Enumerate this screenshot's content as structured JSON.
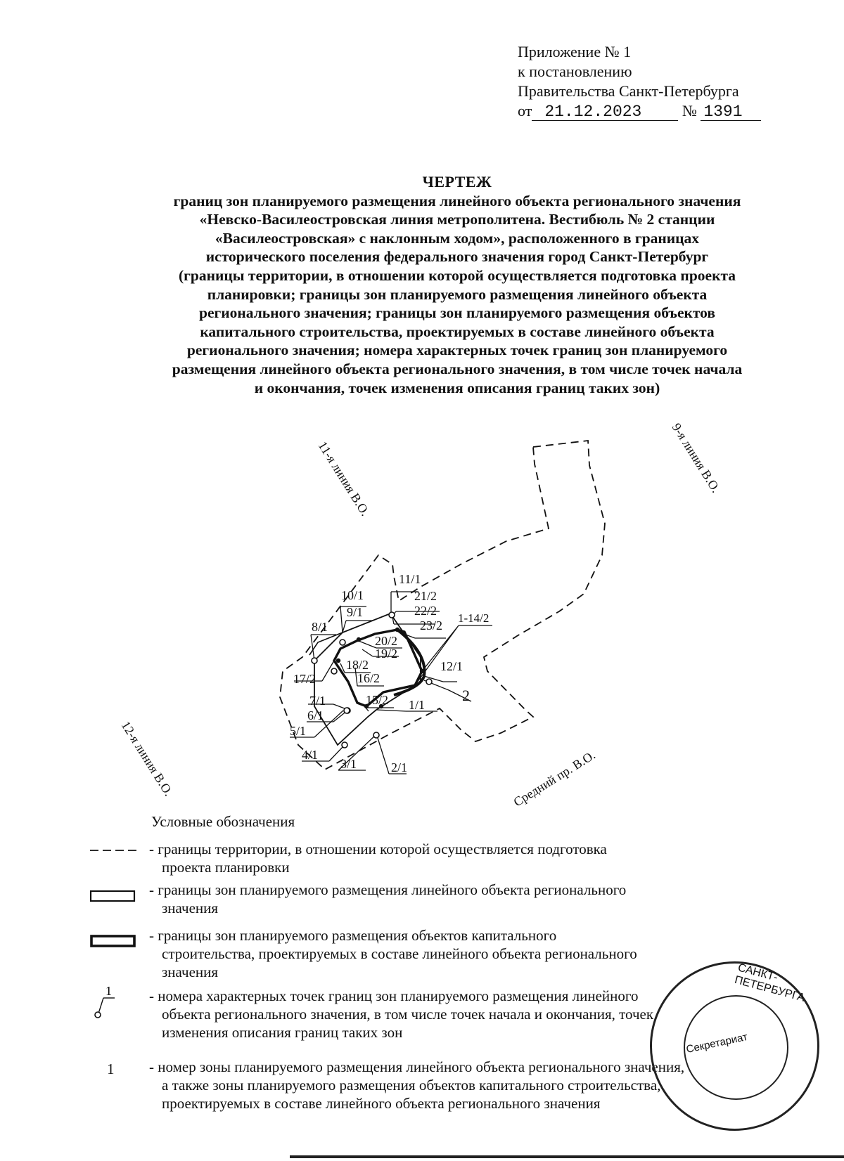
{
  "annex": {
    "line1": "Приложение № 1",
    "line2": "к постановлению",
    "line3": "Правительства Санкт-Петербурга",
    "from_label": "от",
    "date": "21.12.2023",
    "number_label": "№",
    "number": "1391"
  },
  "title": {
    "heading": "ЧЕРТЕЖ",
    "lines": [
      "границ зон планируемого размещения линейного объекта регионального значения",
      "«Невско-Василеостровская линия метрополитена. Вестибюль № 2 станции",
      "«Василеостровская» с наклонным ходом», расположенного в границах",
      "исторического поселения федерального значения город Санкт-Петербург",
      "(границы территории, в отношении которой осуществляется подготовка проекта",
      "планировки;  границы зон планируемого размещения линейного объекта",
      "регионального значения; границы зон планируемого размещения объектов",
      "капитального строительства, проектируемых в составе линейного объекта",
      "регионального значения; номера характерных точек границ зон планируемого",
      "размещения линейного объекта регионального значения, в том числе точек начала",
      "и окончания, точек изменения описания границ таких зон)"
    ]
  },
  "drawing": {
    "streets": {
      "s11": "11-я линия В.О.",
      "s9": "9-я линия В.О.",
      "s12": "12-я линия В.О.",
      "sredniy": "Средний пр. В.О."
    },
    "points": [
      "11/1",
      "10/1",
      "9/1",
      "21/2",
      "22/2",
      "23/2",
      "1-14/2",
      "8/1",
      "20/2",
      "19/2",
      "18/2",
      "12/1",
      "17/2",
      "16/2",
      "7/1",
      "15/2",
      "2",
      "6/1",
      "1/1",
      "5/1",
      "4/1",
      "3/1",
      "2/1"
    ]
  },
  "legend": {
    "title": "Условные обозначения",
    "items": [
      {
        "symbol": "dashed-line",
        "text": "- границы территории, в отношении которой осуществляется подготовка",
        "text2": "проекта планировки"
      },
      {
        "symbol": "thin-rect",
        "text": "- границы зон планируемого размещения линейного объекта регионального",
        "text2": "значения"
      },
      {
        "symbol": "thick-rect",
        "text": "- границы зон планируемого размещения объектов капитального",
        "text2": "строительства, проектируемых в составе линейного объекта регионального",
        "text3": "значения"
      },
      {
        "symbol": "point-marker",
        "marker_label": "1",
        "text": "- номера характерных точек границ зон планируемого размещения линейного",
        "text2": "объекта регионального значения, в том числе точек начала и окончания, точек",
        "text3": "изменения описания границ таких зон"
      },
      {
        "symbol": "zone-number",
        "marker_label": "1",
        "text": "- номер зоны планируемого размещения линейного объекта регионального значения,",
        "text2": "а также  зоны планируемого размещения объектов капитального строительства,",
        "text3": "проектируемых в составе линейного объекта регионального значения"
      }
    ]
  },
  "stamp": {
    "center_text": "Секретариат",
    "ring_text": "САНКТ-ПЕТЕРБУРГА"
  }
}
